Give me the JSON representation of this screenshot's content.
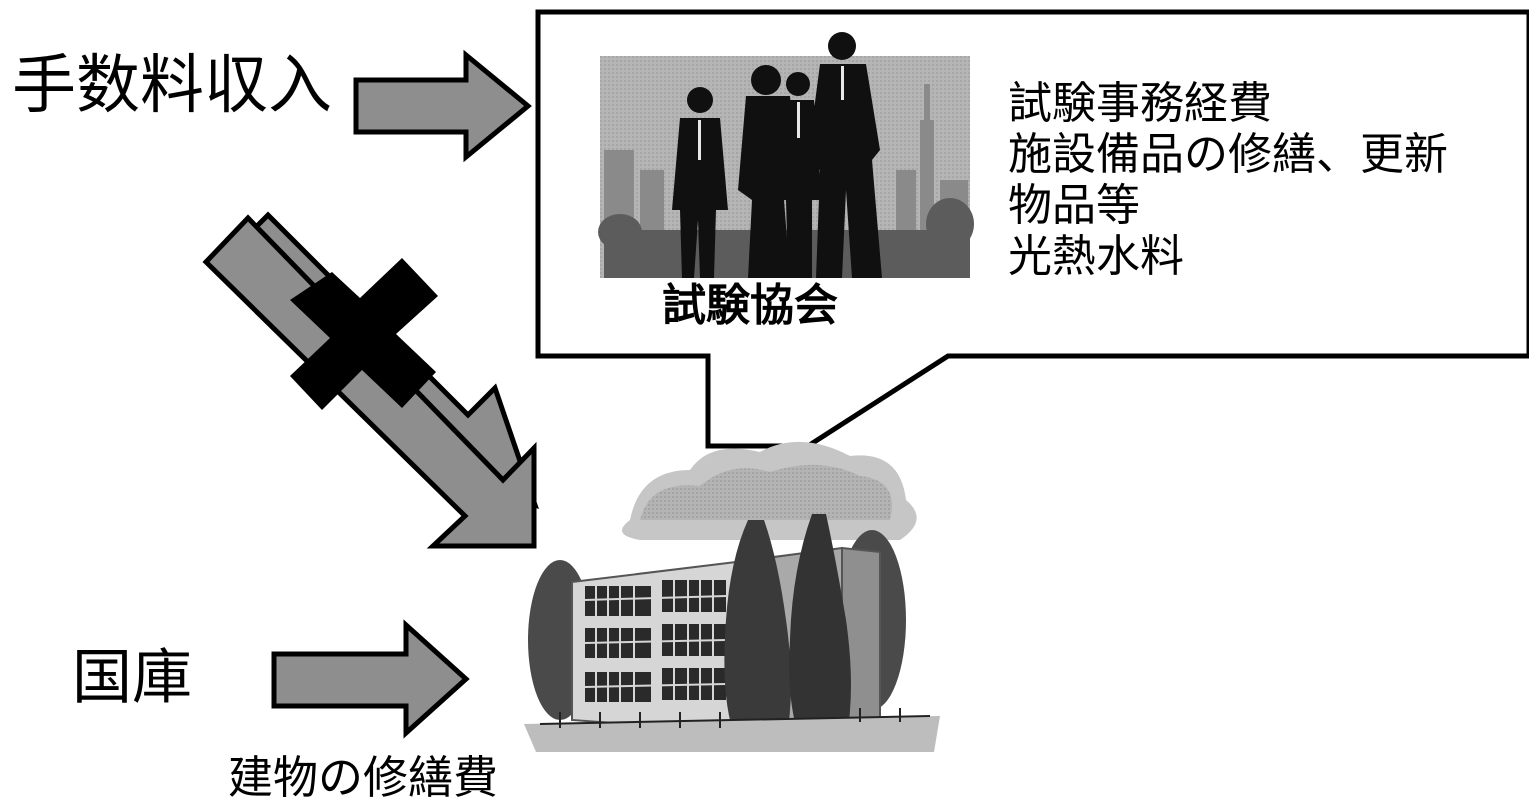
{
  "colors": {
    "arrow_fill": "#8e8e8e",
    "cross_fill": "#000000",
    "bubble_stroke": "#000000",
    "photo_sky": "#b9b9b9",
    "photo_city": "#8c8c8c",
    "silhouette": "#101010",
    "building_wall": "#cfcfcf",
    "tree": "#3a3a3a",
    "cloud": "#c6c6c6"
  },
  "labels": {
    "fee_income": "手数料収入",
    "national_treasury": "国庫",
    "building_repair": "建物の修繕費",
    "association": "試験協会"
  },
  "expenses": [
    "試験事務経費",
    "施設備品の修繕、更新",
    "物品等",
    "光熱水料"
  ],
  "icons": {
    "people": "business-people-photo",
    "building": "school-building-illustration",
    "cross": "prohibited-cross-icon"
  }
}
